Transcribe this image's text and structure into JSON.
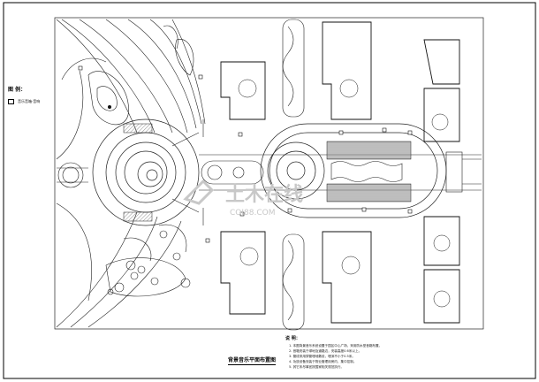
{
  "legend": {
    "title": "图 例：",
    "item_label": "音乐音箱·音响"
  },
  "drawing_title": "背景音乐平面布置图",
  "notes": {
    "title": "说 明：",
    "items": [
      "1. 本图背景音乐系统设置于园区中心广场，采用防水型音箱布置。",
      "2. 音箱安装于绿地及道路边，安装高度0.6米以上。",
      "3. 管线采用穿管埋地敷设，埋深不小于0.5米。",
      "4. 功放设备安装于物业管理用房内，集中控制。",
      "5. 其它未尽事宜按国家相关规范执行。"
    ]
  },
  "watermark": {
    "text": "土木在线",
    "subtext": "COI88.COM"
  },
  "colors": {
    "line": "#1a1a1a",
    "hatch": "#555555",
    "watermark": "#c8c8c8"
  }
}
